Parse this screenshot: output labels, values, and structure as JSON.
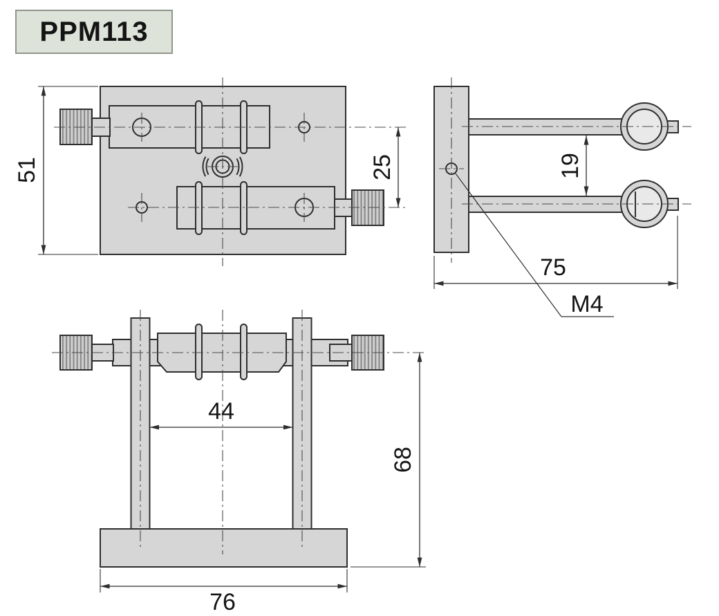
{
  "part": {
    "label": "PPM113"
  },
  "dims": {
    "front_height": "51",
    "front_hole_spacing": "25",
    "side_rod_gap": "19",
    "side_width": "75",
    "thread_label": "M4",
    "bottom_post_gap": "44",
    "bottom_height": "68",
    "bottom_base_width": "76"
  },
  "colors": {
    "page-bg": "#ffffff",
    "part-fill": "#d6d6d6",
    "bore-fill": "#e9e9e9",
    "line": "#2e2e2e",
    "centerline": "#4a4a4a",
    "dim": "#2e2e2e",
    "label-box-bg": "#dde3d8",
    "label-box-border": "#8f958c",
    "text": "#141414"
  }
}
